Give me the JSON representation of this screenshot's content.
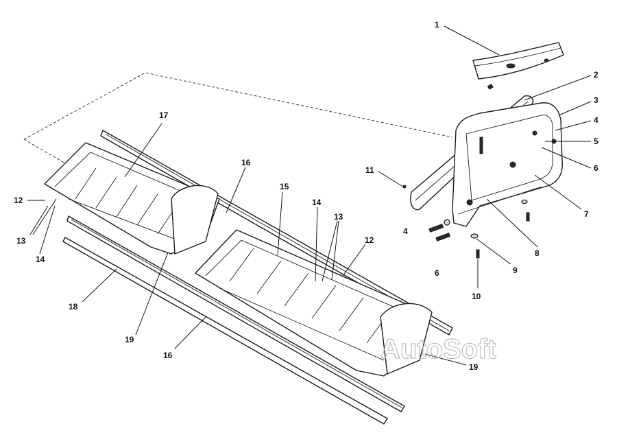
{
  "watermark": "AutoSoft",
  "callouts": [
    "1",
    "2",
    "3",
    "4",
    "5",
    "6",
    "7",
    "8",
    "9",
    "10",
    "11",
    "12",
    "13",
    "14",
    "15",
    "16",
    "17",
    "18",
    "19"
  ],
  "labels": {
    "c1": "1",
    "c2": "2",
    "c3": "3",
    "c4a": "4",
    "c4b": "4",
    "c5": "5",
    "c6a": "6",
    "c6b": "6",
    "c7": "7",
    "c8": "8",
    "c9": "9",
    "c10": "10",
    "c11": "11",
    "c12a": "12",
    "c12b": "12",
    "c13a": "13",
    "c13b": "13",
    "c14a": "14",
    "c14b": "14",
    "c15": "15",
    "c16a": "16",
    "c16b": "16",
    "c17": "17",
    "c18": "18",
    "c19a": "19",
    "c19b": "19"
  }
}
